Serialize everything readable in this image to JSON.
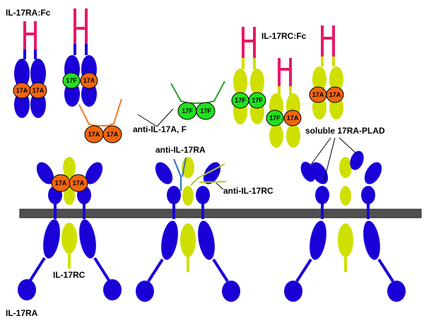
{
  "colors": {
    "receptor_a": "#1a00d6",
    "receptor_c": "#cfe000",
    "fc": "#e8186a",
    "il17a": "#f0650f",
    "il17f": "#22e020",
    "antibody_af_a": "#f07a28",
    "antibody_af_f": "#28a028",
    "antibody_ra": "#2e6fc0",
    "antibody_rc": "#b0c830",
    "membrane": "#505050"
  },
  "labels": {
    "il17ra_fc": "IL-17RA:Fc",
    "il17rc_fc": "IL-17RC:Fc",
    "anti_il17af": "anti-IL-17A, F",
    "anti_il17ra": "anti-IL-17RA",
    "anti_il17rc": "anti-IL-17RC",
    "soluble_plad": "soluble 17RA-PLAD",
    "il17rc": "IL-17RC",
    "il17ra": "IL-17RA"
  },
  "cytokines": {
    "a": "17A",
    "f": "17F"
  }
}
